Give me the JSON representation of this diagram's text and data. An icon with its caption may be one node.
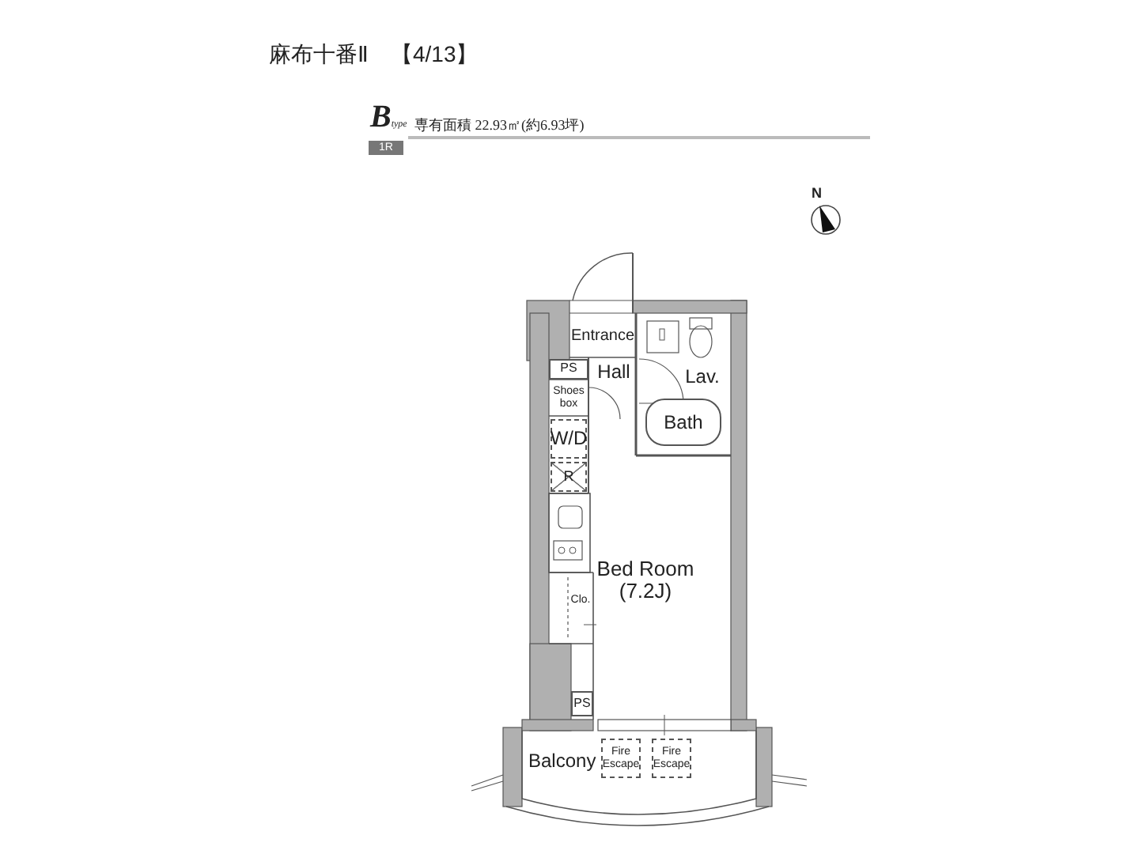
{
  "diagram": {
    "title": "麻布十番Ⅱ　【4/13】",
    "nodes": [
      {
        "text": [
          "Entrance"
        ]
      },
      {
        "text": [
          "PS"
        ]
      },
      {
        "text": [
          "Hall"
        ]
      },
      {
        "text": [
          "Shoes box"
        ]
      },
      {
        "text": [
          "Lav."
        ]
      },
      {
        "text": [
          "Bath"
        ]
      },
      {
        "text": [
          "W/D"
        ]
      },
      {
        "text": [
          "R"
        ]
      },
      {
        "text": [
          "Bed Room (7.2J)"
        ]
      },
      {
        "text": [
          "Clo."
        ]
      },
      {
        "text": [
          "PS"
        ]
      },
      {
        "text": [
          "Balcony"
        ]
      },
      {
        "text": [
          "Fire Escape"
        ],
        "in": 11
      },
      {
        "text": [
          "Fire Escape"
        ],
        "in": 11
      }
    ],
    "labels": [
      "B$_{type}$",
      "1R",
      "専有面積 22.93㎡(約6.93坪)",
      "N"
    ]
  }
}
